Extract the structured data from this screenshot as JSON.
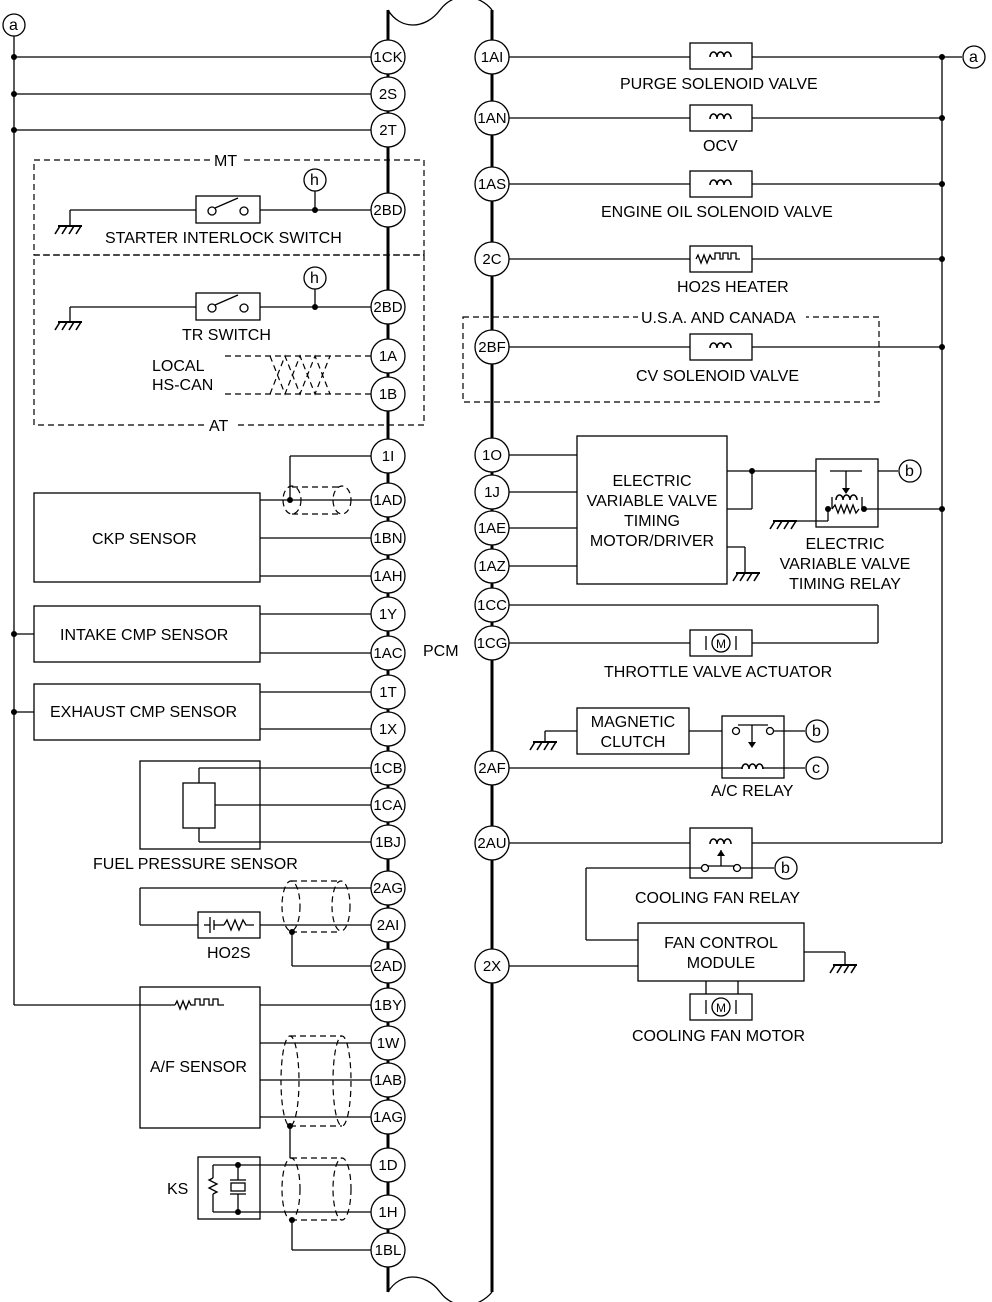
{
  "pcm": {
    "label": "PCM"
  },
  "connectors": {
    "a": "a",
    "b": "b",
    "c": "c",
    "h": "h"
  },
  "left_pins": {
    "p1CK": "1CK",
    "p2S": "2S",
    "p2T": "2T",
    "p2BD_mt": "2BD",
    "p2BD_at": "2BD",
    "p1A": "1A",
    "p1B": "1B",
    "p1I": "1I",
    "p1AD": "1AD",
    "p1BN": "1BN",
    "p1AH": "1AH",
    "p1Y": "1Y",
    "p1AC": "1AC",
    "p1T": "1T",
    "p1X": "1X",
    "p1CB": "1CB",
    "p1CA": "1CA",
    "p1BJ": "1BJ",
    "p2AG": "2AG",
    "p2AI": "2AI",
    "p2AD": "2AD",
    "p1BY": "1BY",
    "p1W": "1W",
    "p1AB": "1AB",
    "p1AG": "1AG",
    "p1D": "1D",
    "p1H": "1H",
    "p1BL": "1BL"
  },
  "right_pins": {
    "p1AI": "1AI",
    "p1AN": "1AN",
    "p1AS": "1AS",
    "p2C": "2C",
    "p2BF": "2BF",
    "p1O": "1O",
    "p1J": "1J",
    "p1AE": "1AE",
    "p1AZ": "1AZ",
    "p1CC": "1CC",
    "p1CG": "1CG",
    "p2AF": "2AF",
    "p2AU": "2AU",
    "p2X": "2X"
  },
  "labels": {
    "mt": "MT",
    "at": "AT",
    "starter_interlock": "STARTER INTERLOCK SWITCH",
    "tr_switch": "TR SWITCH",
    "local": "LOCAL",
    "hs_can": "HS-CAN",
    "ckp": "CKP SENSOR",
    "intake_cmp": "INTAKE CMP SENSOR",
    "exhaust_cmp": "EXHAUST CMP SENSOR",
    "fuel_pressure": "FUEL PRESSURE SENSOR",
    "ho2s": "HO2S",
    "af_sensor": "A/F SENSOR",
    "ks": "KS",
    "purge": "PURGE SOLENOID VALVE",
    "ocv": "OCV",
    "engine_oil": "ENGINE OIL SOLENOID VALVE",
    "ho2s_heater": "HO2S HEATER",
    "usa_canada": "U.S.A. AND CANADA",
    "cv_solenoid": "CV SOLENOID VALVE",
    "evvt_driver": [
      "ELECTRIC",
      "VARIABLE VALVE",
      "TIMING",
      "MOTOR/DRIVER"
    ],
    "evvt_relay": [
      "ELECTRIC",
      "VARIABLE VALVE",
      "TIMING RELAY"
    ],
    "throttle": "THROTTLE VALVE ACTUATOR",
    "mag_clutch": [
      "MAGNETIC",
      "CLUTCH"
    ],
    "ac_relay": "A/C RELAY",
    "cooling_relay": "COOLING FAN RELAY",
    "fan_module": [
      "FAN CONTROL",
      "MODULE"
    ],
    "cooling_motor": "COOLING FAN MOTOR",
    "motor_symbol": "M"
  }
}
